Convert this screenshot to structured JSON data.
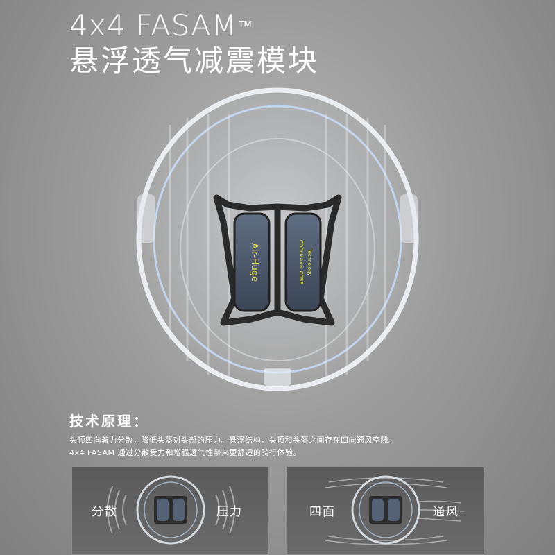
{
  "title": {
    "line1": "4x4 FASAM",
    "trademark": "™",
    "line2": "悬浮透气减震模块"
  },
  "product": {
    "pad_left_text": "Air-Huge",
    "pad_right_text_1": "COOLMAX® CORE",
    "pad_right_text_2": "Technology"
  },
  "principle": {
    "heading": "技术原理：",
    "line1": "头顶四向着力分散，降低头盔对头部的压力。悬浮结构，头顶和头盔之间存在四向通风空隙。",
    "line2": "4x4 FASAM 通过分散受力和增强透气性带来更舒适的骑行体验。"
  },
  "panels": [
    {
      "left_label": "分散",
      "right_label": "压力"
    },
    {
      "left_label": "四面",
      "right_label": "通风"
    }
  ],
  "colors": {
    "accent_yellow": "#e6e04a",
    "pad_blue": "#4f5c70",
    "frame_black": "#2a2a2a"
  }
}
